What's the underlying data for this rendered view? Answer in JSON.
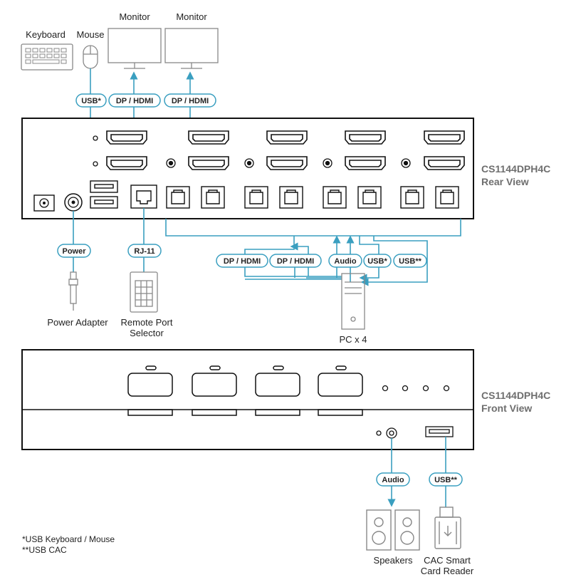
{
  "devices": {
    "keyboard": "Keyboard",
    "mouse": "Mouse",
    "monitor_1": "Monitor",
    "monitor_2": "Monitor",
    "power_adapter": "Power Adapter",
    "remote_port_selector_line1": "Remote Port",
    "remote_port_selector_line2": "Selector",
    "pc": "PC x 4",
    "speakers": "Speakers",
    "card_reader_line1": "CAC Smart",
    "card_reader_line2": "Card Reader"
  },
  "connectors": {
    "usb_kbd": "USB*",
    "dp_hdmi_1": "DP / HDMI",
    "dp_hdmi_2": "DP / HDMI",
    "power": "Power",
    "rj11": "RJ-11",
    "pc_dp_hdmi_1": "DP / HDMI",
    "pc_dp_hdmi_2": "DP / HDMI",
    "pc_audio": "Audio",
    "pc_usb": "USB*",
    "pc_usb_cac": "USB**",
    "front_audio": "Audio",
    "front_usb_cac": "USB**"
  },
  "views": {
    "rear_model": "CS1144DPH4C",
    "rear_label": "Rear View",
    "front_model": "CS1144DPH4C",
    "front_label": "Front View"
  },
  "notes": {
    "note1": "*USB Keyboard / Mouse",
    "note2": "**USB CAC"
  },
  "colors": {
    "line": "#3a9fc0",
    "device": "#888888",
    "unit": "#111111"
  }
}
